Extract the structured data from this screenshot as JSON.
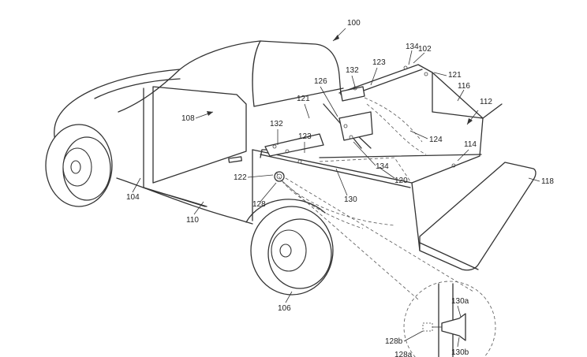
{
  "figure": {
    "labels": [
      {
        "id": "100",
        "text": "100"
      },
      {
        "id": "102",
        "text": "102"
      },
      {
        "id": "104",
        "text": "104"
      },
      {
        "id": "106",
        "text": "106"
      },
      {
        "id": "108",
        "text": "108"
      },
      {
        "id": "110",
        "text": "110"
      },
      {
        "id": "112",
        "text": "112"
      },
      {
        "id": "114",
        "text": "114"
      },
      {
        "id": "116",
        "text": "116"
      },
      {
        "id": "118",
        "text": "118"
      },
      {
        "id": "120",
        "text": "120"
      },
      {
        "id": "121a",
        "text": "121"
      },
      {
        "id": "121b",
        "text": "121"
      },
      {
        "id": "122",
        "text": "122"
      },
      {
        "id": "123a",
        "text": "123"
      },
      {
        "id": "123b",
        "text": "123"
      },
      {
        "id": "124",
        "text": "124"
      },
      {
        "id": "126",
        "text": "126"
      },
      {
        "id": "128",
        "text": "128"
      },
      {
        "id": "128a",
        "text": "128a"
      },
      {
        "id": "128b",
        "text": "128b"
      },
      {
        "id": "130",
        "text": "130"
      },
      {
        "id": "130a",
        "text": "130a"
      },
      {
        "id": "130b",
        "text": "130b"
      },
      {
        "id": "132a",
        "text": "132"
      },
      {
        "id": "132b",
        "text": "132"
      },
      {
        "id": "134a",
        "text": "134"
      },
      {
        "id": "134b",
        "text": "134"
      }
    ]
  }
}
